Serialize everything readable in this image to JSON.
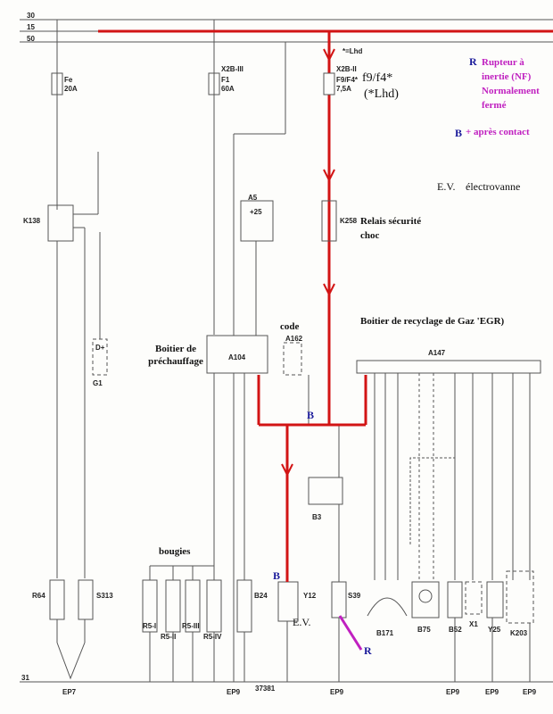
{
  "rails": {
    "r30": "30",
    "r15": "15",
    "r50": "50",
    "r31": "31"
  },
  "fuses": {
    "fe": {
      "id": "Fe",
      "rating": "20A"
    },
    "f1": {
      "conn": "X2B-III",
      "id": "F1",
      "rating": "60A"
    },
    "f9": {
      "conn": "X2B-II",
      "id": "F9/F4*",
      "rating": "7,5A",
      "note": "*=Lhd"
    }
  },
  "components": {
    "k138": "K138",
    "k258": "K258",
    "a5": "A5",
    "a5v": "+25",
    "a104": "A104",
    "a162": "A162",
    "a147": "A147",
    "g1": "G1",
    "g1pin": "D+",
    "r64": "R64",
    "s313": "S313",
    "r5i": "R5-I",
    "r5ii": "R5-II",
    "r5iii": "R5-III",
    "r5iv": "R5-IV",
    "b24": "B24",
    "y12": "Y12",
    "s39": "S39",
    "b3": "B3",
    "b171": "B171",
    "b75": "B75",
    "b52": "B52",
    "x1": "X1",
    "y25": "Y25",
    "k203": "K203"
  },
  "grounds": {
    "ep7": "EP7",
    "ep9a": "EP9",
    "ep9b": "EP9",
    "ep9c": "EP9",
    "ep9d": "EP9",
    "ep9e": "EP9",
    "code": "37381"
  },
  "annotations": {
    "f9f4": "f9/f4*",
    "lhd": "(*Lhd)",
    "legend_r_letter": "R",
    "legend_r_text": "Rupteur à inertie (NF) Normalement fermé",
    "legend_b_letter": "B",
    "legend_b_text": "+ après contact",
    "ev_legend": "E.V.",
    "ev_legend_text": "électrovanne",
    "relais": "Relais sécurité choc",
    "code": "code",
    "boitier_prechauffage": "Boitier de préchauffage",
    "boitier_egr": "Boitier de recyclage de Gaz 'EGR)",
    "bougies": "bougies",
    "b_label_1": "B",
    "b_label_2": "B",
    "ev_label": "E.V.",
    "r_label": "R"
  },
  "colors": {
    "accent_red": "#d21414",
    "legend_purple": "#c020c0",
    "legend_blue": "#1a1a9a",
    "wire": "#444444"
  }
}
